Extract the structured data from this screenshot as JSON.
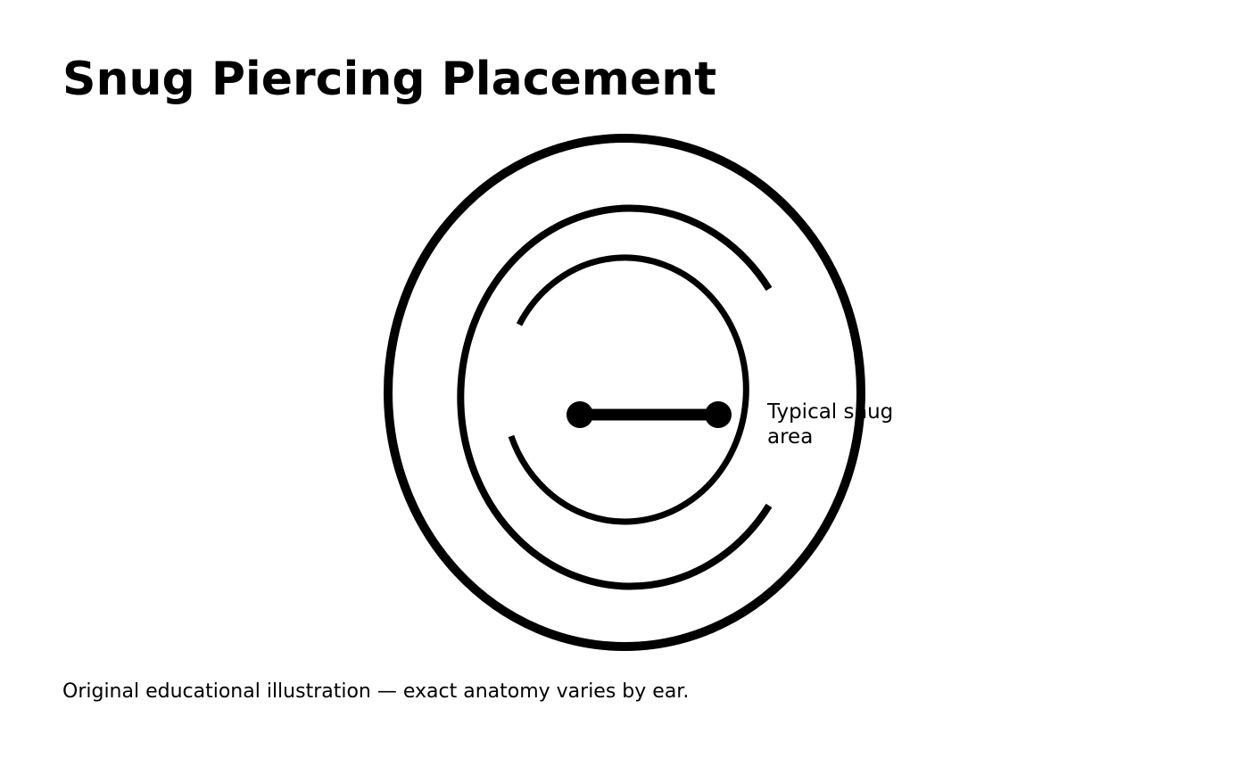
{
  "title": "Snug Piercing Placement",
  "diagram": {
    "label_lines": [
      "Typical snug",
      "area"
    ],
    "stroke_color": "#000000",
    "background_color": "#ffffff"
  },
  "caption": "Original educational illustration — exact anatomy varies by ear."
}
